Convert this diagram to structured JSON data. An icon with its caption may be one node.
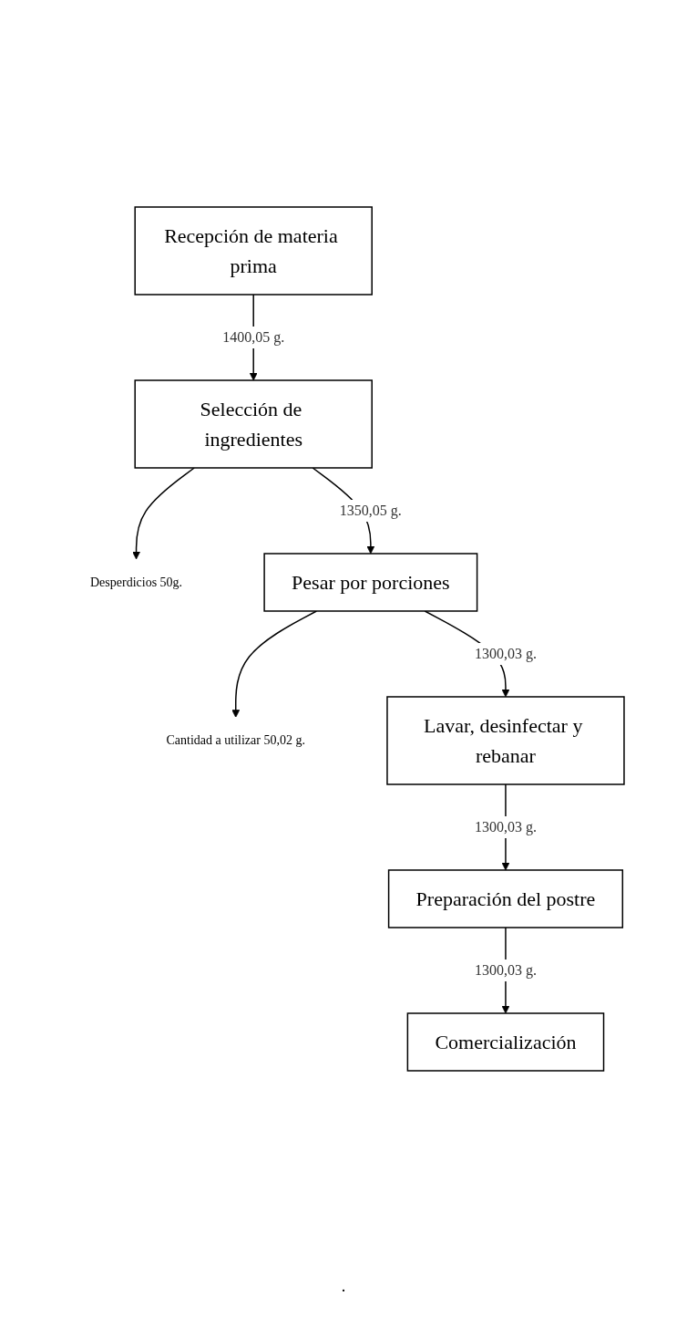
{
  "diagram": {
    "nodes": [
      {
        "text": [
          "Recepción de materia prima"
        ]
      },
      {
        "text": [
          "Selección de ingredientes"
        ]
      },
      {
        "text": [
          "Desperdicios 50g."
        ]
      },
      {
        "text": [
          "Pesar por porciones"
        ]
      },
      {
        "text": [
          "Cantidad a utilizar 50,02 g."
        ]
      },
      {
        "text": [
          "Lavar, desinfectar y rebanar"
        ]
      },
      {
        "text": [
          "Preparación del postre"
        ]
      },
      {
        "text": [
          "Comercialización"
        ]
      }
    ],
    "edges": [
      {
        "from": 0,
        "to": 1,
        "arrow": "to",
        "label": "1400,05 g."
      },
      {
        "from": 1,
        "to": 2,
        "arrow": "to"
      },
      {
        "from": 1,
        "to": 3,
        "arrow": "to",
        "label": "1350,05 g."
      },
      {
        "from": 3,
        "to": 4,
        "arrow": "to"
      },
      {
        "from": 3,
        "to": 5,
        "arrow": "to",
        "label": "1300,03 g."
      },
      {
        "from": 5,
        "to": 6,
        "arrow": "to",
        "label": "1300,03 g."
      },
      {
        "from": 6,
        "to": 7,
        "arrow": "to",
        "label": "1300,03 g."
      }
    ],
    "labels": [
      "."
    ]
  }
}
